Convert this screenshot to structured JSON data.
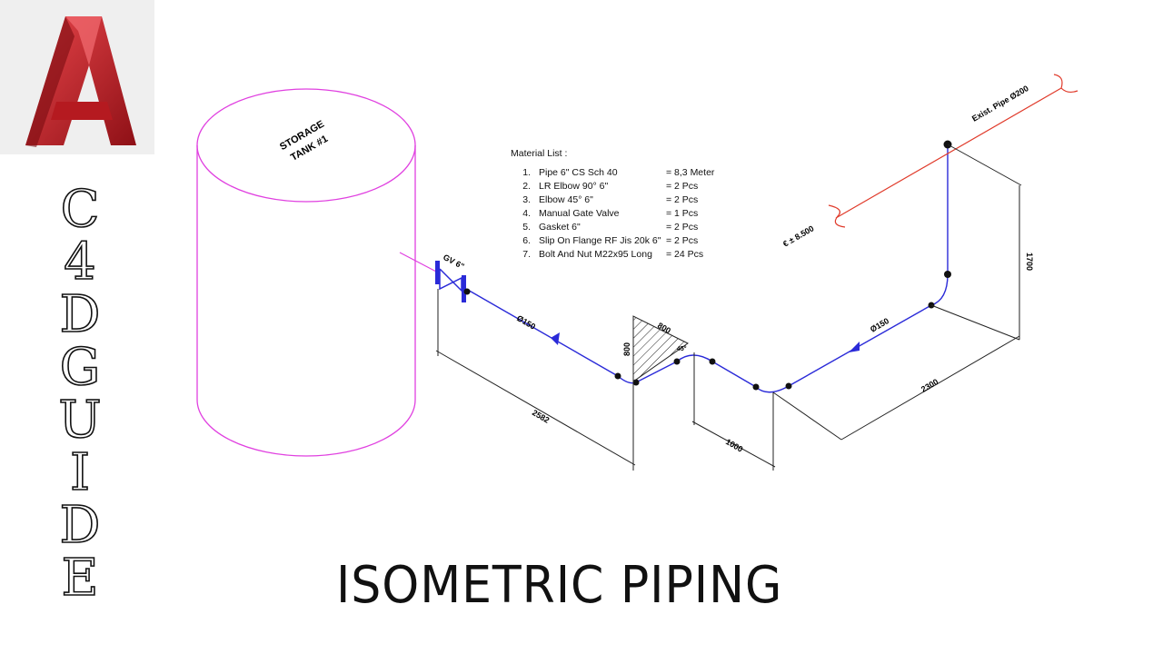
{
  "brand": {
    "logo_letter": "A",
    "side_letters": [
      "C",
      "4",
      "D",
      "G",
      "U",
      "I",
      "D",
      "E"
    ]
  },
  "title": "ISOMETRIC PIPING",
  "tank": {
    "label_line1": "STORAGE",
    "label_line2": "TANK #1"
  },
  "material_list": {
    "heading": "Material List :",
    "items": [
      {
        "no": "1.",
        "desc": "Pipe 6\" CS Sch 40",
        "qty": "= 8,3 Meter"
      },
      {
        "no": "2.",
        "desc": "LR Elbow 90° 6\"",
        "qty": "= 2 Pcs"
      },
      {
        "no": "3.",
        "desc": "Elbow 45° 6\"",
        "qty": "= 2 Pcs"
      },
      {
        "no": "4.",
        "desc": "Manual Gate Valve",
        "qty": "= 1 Pcs"
      },
      {
        "no": "5.",
        "desc": "Gasket 6\"",
        "qty": "= 2 Pcs"
      },
      {
        "no": "6.",
        "desc": "Slip On Flange RF Jis 20k 6\"",
        "qty": "= 2 Pcs"
      },
      {
        "no": "7.",
        "desc": "Bolt And Nut M22x95 Long",
        "qty": "= 24 Pcs"
      }
    ]
  },
  "labels": {
    "valve": "GV 6\"",
    "pipe_dia_1": "Ø150",
    "pipe_dia_2": "Ø150",
    "existing_pipe": "Exist. Pipe Ø200",
    "elevation": "€ ± 8.500",
    "dim_2582": "2582",
    "dim_1000": "1000",
    "dim_2300": "2300",
    "dim_1700": "1700",
    "dim_800_top": "800",
    "dim_800_side": "800",
    "angle_45": "45°"
  },
  "colors": {
    "tank": "#e040e0",
    "pipe": "#2a2ad8",
    "existing_pipe": "#e03a2a",
    "dimension": "#222222",
    "logo_red": "#c8202a"
  }
}
